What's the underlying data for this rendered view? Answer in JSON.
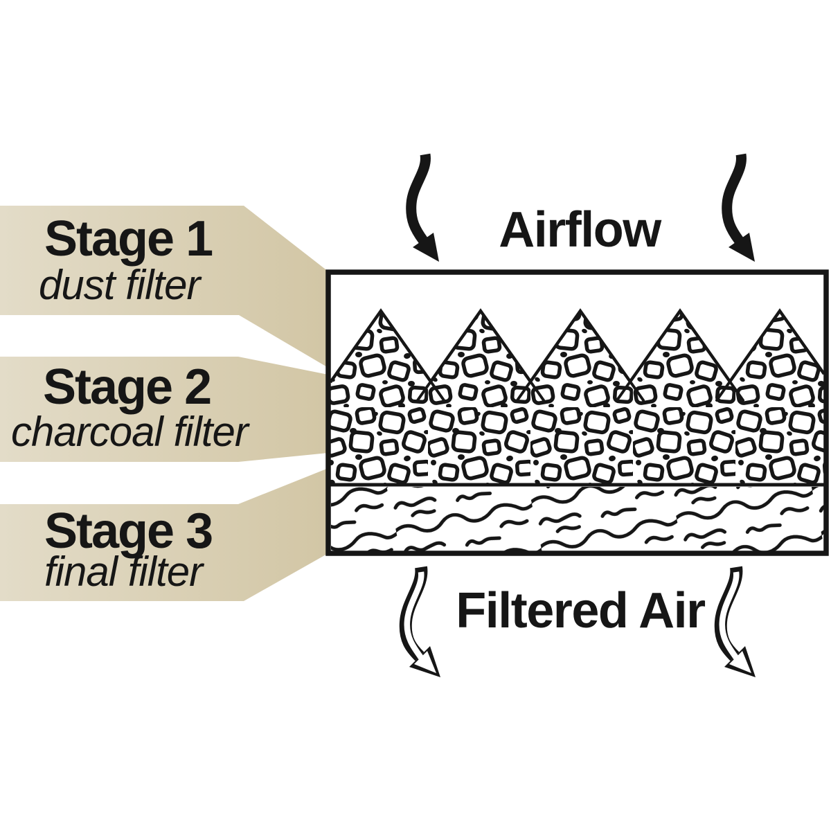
{
  "labels": {
    "airflow": "Airflow",
    "filtered_air": "Filtered Air"
  },
  "stages": [
    {
      "title": "Stage 1",
      "subtitle": "dust filter"
    },
    {
      "title": "Stage 2",
      "subtitle": "charcoal filter"
    },
    {
      "title": "Stage 3",
      "subtitle": "final filter"
    }
  ],
  "colors": {
    "ribbon_light": "#e3dcc8",
    "ribbon_dark": "#d2c6a5",
    "ink": "#161616",
    "paper": "#ffffff"
  }
}
